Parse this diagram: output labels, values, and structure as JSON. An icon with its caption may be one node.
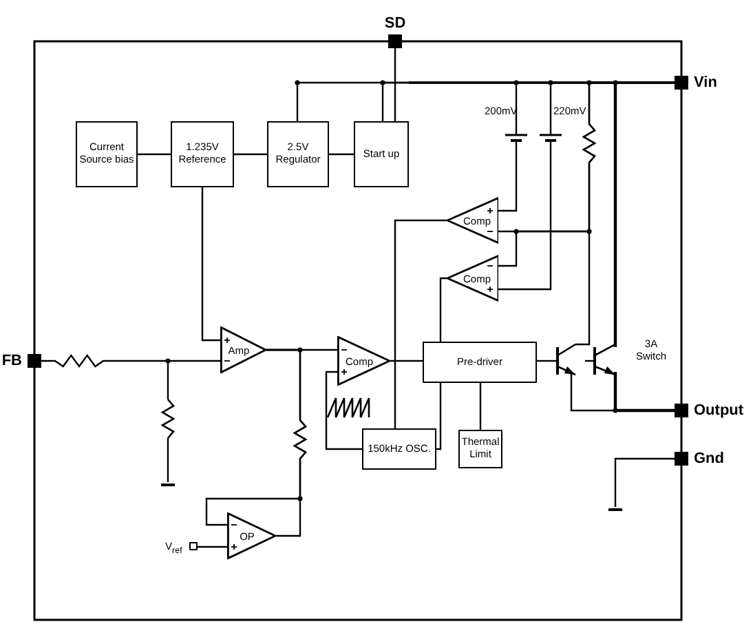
{
  "diagram": {
    "nodes": [
      {
        "text": [
          "SD"
        ]
      },
      {
        "text": [
          "Vin"
        ]
      },
      {
        "text": [
          "Current Source bias"
        ]
      },
      {
        "text": [
          "1.235V Reference"
        ]
      },
      {
        "text": [
          "2.5V Regulator"
        ]
      },
      {
        "text": [
          "Start up"
        ]
      },
      {
        "text": [
          "Comp"
        ]
      },
      {
        "text": [
          "Comp"
        ]
      },
      {
        "text": [
          "FB"
        ]
      },
      {
        "text": [
          "Amp"
        ]
      },
      {
        "text": [
          "Comp"
        ]
      },
      {
        "text": [
          "Pre-driver"
        ]
      },
      {
        "text": [
          "Output"
        ]
      },
      {
        "text": [
          "150kHz OSC."
        ]
      },
      {
        "text": [
          "Thermal Limit"
        ]
      },
      {
        "text": [
          "Gnd"
        ]
      },
      {
        "text": [
          "OP"
        ]
      }
    ],
    "edges": [
      {
        "from": 2,
        "to": 3,
        "arrow": "none"
      },
      {
        "from": 3,
        "to": 4,
        "arrow": "none"
      },
      {
        "from": 4,
        "to": 5,
        "arrow": "none"
      },
      {
        "from": 0,
        "to": 5,
        "arrow": "none"
      },
      {
        "from": 4,
        "to": 1,
        "arrow": "none"
      },
      {
        "from": 5,
        "to": 1,
        "arrow": "none"
      },
      {
        "from": 3,
        "to": 9,
        "arrow": "none"
      },
      {
        "from": 9,
        "to": 10,
        "arrow": "none"
      },
      {
        "from": 10,
        "to": 11,
        "arrow": "none"
      },
      {
        "from": 13,
        "to": 10,
        "arrow": "none"
      },
      {
        "from": 11,
        "to": 13,
        "arrow": "none"
      },
      {
        "from": 14,
        "to": 11,
        "arrow": "none"
      },
      {
        "from": 6,
        "to": 13,
        "arrow": "none"
      },
      {
        "from": 7,
        "to": 11,
        "arrow": "none"
      },
      {
        "from": 8,
        "to": 9,
        "arrow": "none"
      },
      {
        "from": 1,
        "to": 6,
        "arrow": "none"
      },
      {
        "from": 1,
        "to": 7,
        "arrow": "none"
      },
      {
        "from": 9,
        "to": 16,
        "arrow": "none"
      },
      {
        "from": 16,
        "to": 9,
        "arrow": "none"
      }
    ],
    "labels": [
      "200mV",
      "220mV",
      "3A Switch",
      "V$_{ref}$"
    ]
  }
}
